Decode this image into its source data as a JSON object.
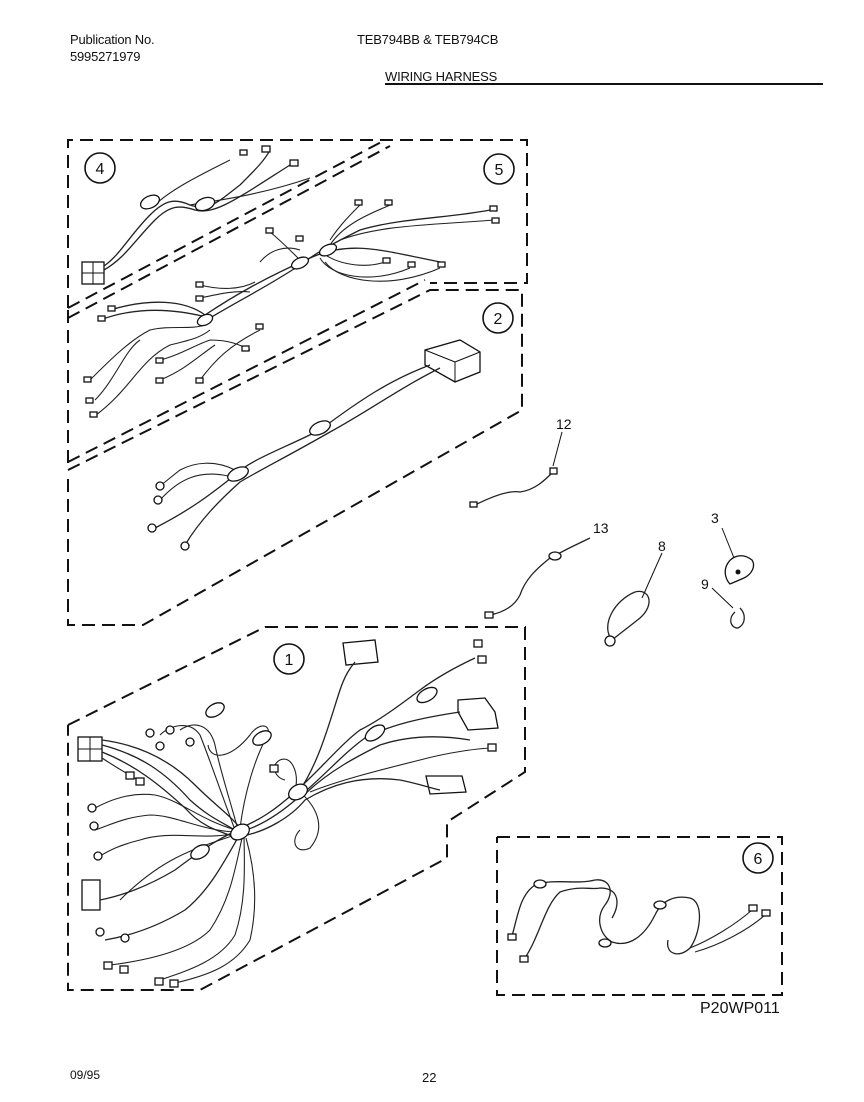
{
  "header": {
    "publication_label": "Publication No.",
    "publication_number": "5995271979",
    "models": "TEB794BB & TEB794CB",
    "section_title": "WIRING HARNESS"
  },
  "callouts": {
    "badge_1": "1",
    "badge_2": "2",
    "badge_4": "4",
    "badge_5": "5",
    "badge_6": "6",
    "label_3": "3",
    "label_8": "8",
    "label_9": "9",
    "label_12": "12",
    "label_13": "13"
  },
  "footer": {
    "drawing_code": "P20WP011",
    "date": "09/95",
    "page_number": "22"
  }
}
